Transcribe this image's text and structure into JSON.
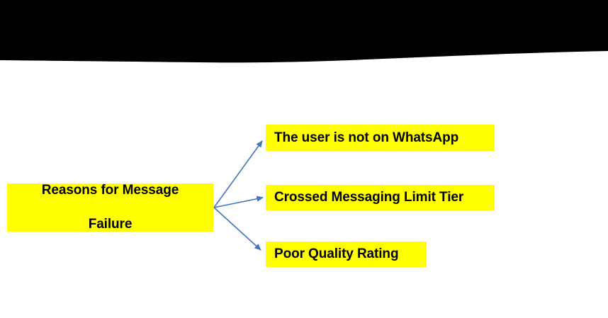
{
  "slide": {
    "background_color": "#FFFFFF",
    "banner": {
      "name": "top-black-banner",
      "fill_color": "#000000",
      "shape": "wave-bottom-edge"
    }
  },
  "diagram": {
    "type": "radial-tree",
    "node_fill_color": "#FFFF00",
    "node_text_color": "#000000",
    "connector_color": "#4472C4",
    "root": {
      "label": "Reasons for Message Failure",
      "line1": "Reasons for Message",
      "line2": "Failure"
    },
    "branches": [
      {
        "label": "The user is not on WhatsApp"
      },
      {
        "label": "Crossed Messaging Limit Tier"
      },
      {
        "label": "Poor Quality Rating"
      }
    ]
  }
}
